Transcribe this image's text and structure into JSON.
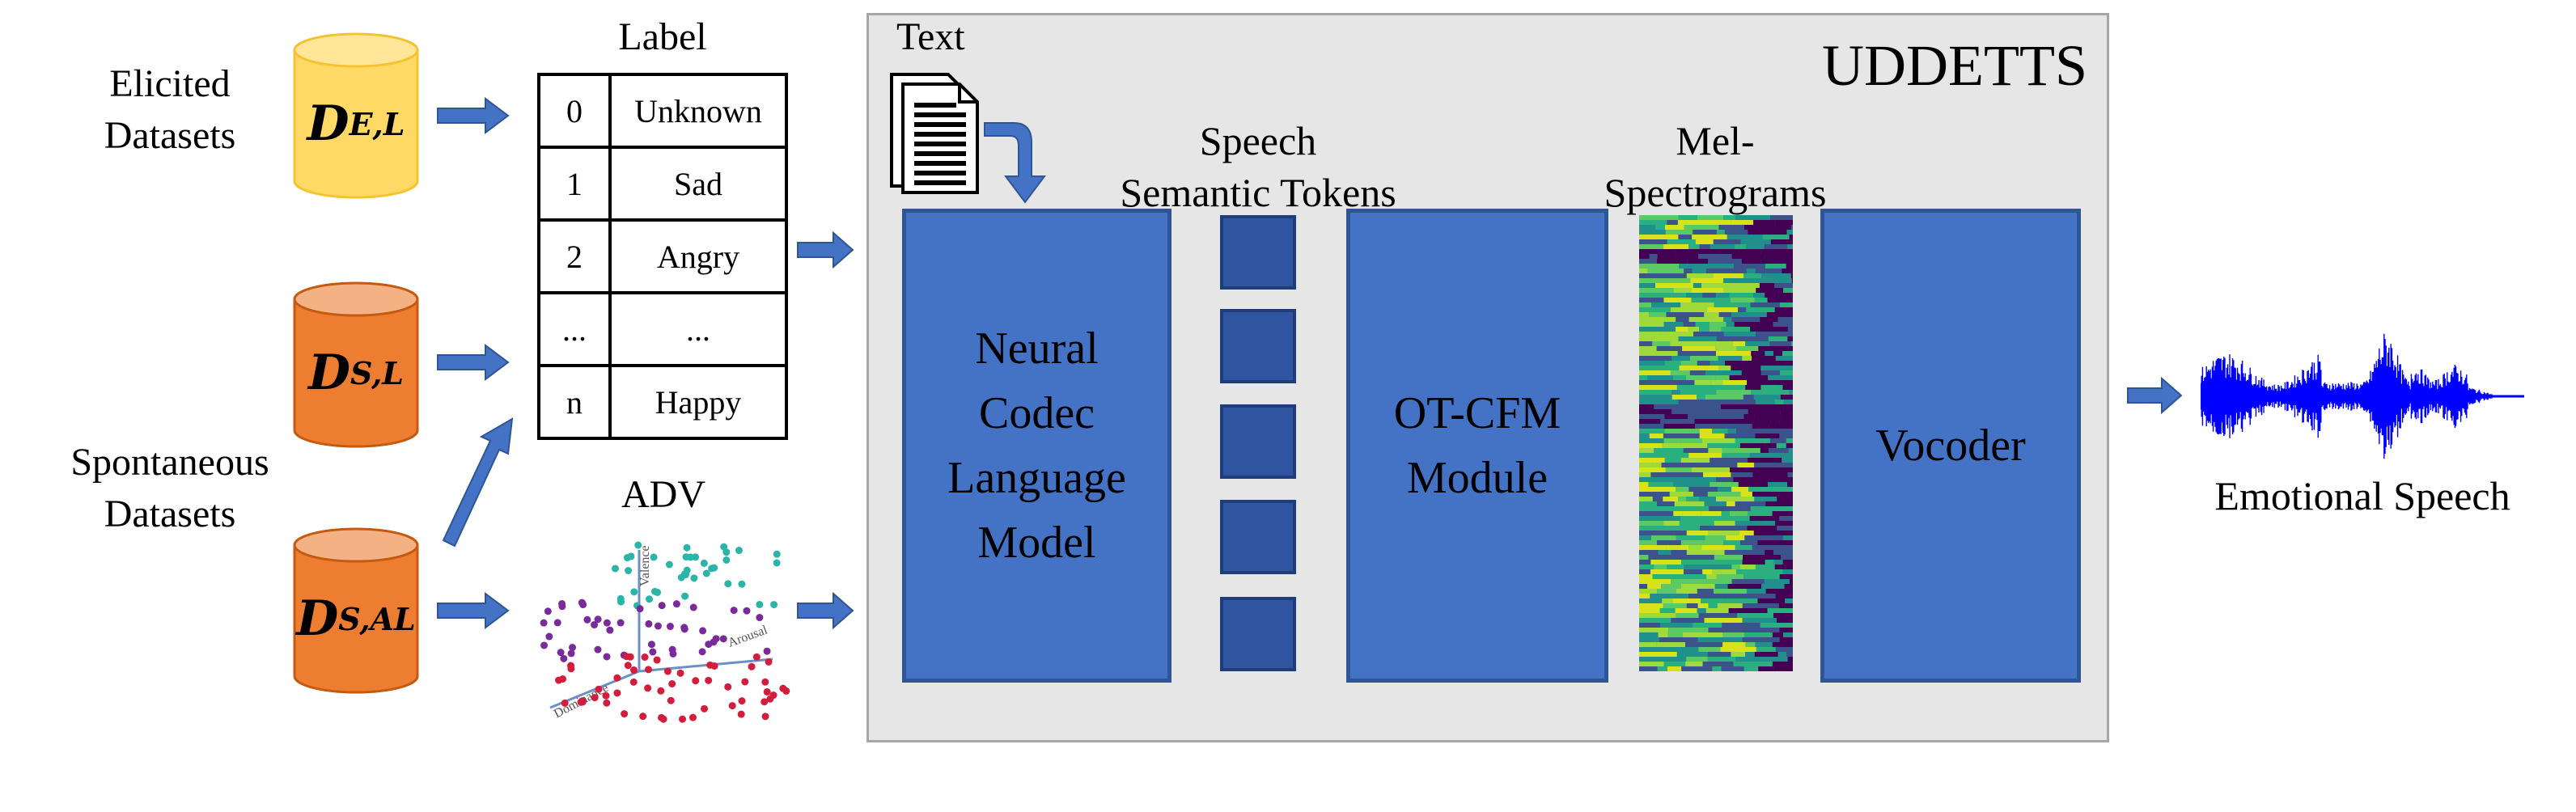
{
  "datasets": {
    "elicited_label": "Elicited\nDatasets",
    "spontaneous_label": "Spontaneous\nDatasets",
    "cylinders": [
      {
        "main": "D",
        "sub": "E,L",
        "fill": "#ffd966",
        "top": "#ffe699",
        "stroke": "#f4c430"
      },
      {
        "main": "D",
        "sub": "S,L",
        "fill": "#ed7d31",
        "top": "#f4b183",
        "stroke": "#c55a11"
      },
      {
        "main": "D",
        "sub": "S,AL",
        "fill": "#ed7d31",
        "top": "#f4b183",
        "stroke": "#c55a11"
      }
    ]
  },
  "label_table": {
    "title": "Label",
    "rows": [
      {
        "id": "0",
        "name": "Unknown"
      },
      {
        "id": "1",
        "name": "Sad"
      },
      {
        "id": "2",
        "name": "Angry"
      },
      {
        "id": "...",
        "name": "..."
      },
      {
        "id": "n",
        "name": "Happy"
      }
    ]
  },
  "adv": {
    "title": "ADV",
    "axes": {
      "valence": "Valence",
      "arousal": "Arousal",
      "dominance": "Dominance"
    }
  },
  "system": {
    "title": "UDDETTS",
    "text_input": "Text",
    "tokens_label": "Speech\nSemantic Tokens",
    "mel_label": "Mel-\nSpectrograms",
    "neural_codec": "Neural\nCodec\nLanguage\nModel",
    "ot_cfm": "OT-CFM\nModule",
    "vocoder": "Vocoder",
    "token_count": 5
  },
  "output": {
    "label": "Emotional Speech"
  },
  "colors": {
    "arrow": "#4472c4",
    "box": "#4472c4",
    "panel": "#e7e6e6",
    "waveform": "#0000ff"
  }
}
